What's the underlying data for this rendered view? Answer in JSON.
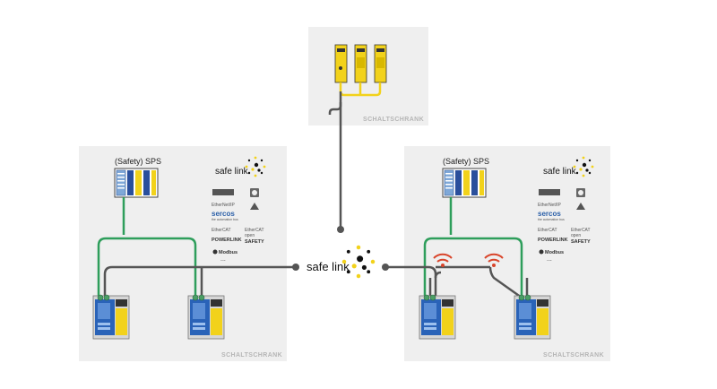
{
  "center": {
    "safe_link_label": "safe link"
  },
  "top_cabinet": {
    "label": "SCHALTSCHRANK"
  },
  "left_cabinet": {
    "label": "SCHALTSCHRANK",
    "sps_label": "(Safety) SPS",
    "safe_link_logo_text": "safe link",
    "protocols": {
      "ethernet_ip": "EtherNet/IP",
      "sercos": "sercos",
      "sercos_sub": "the automation bus",
      "ethercat": "EtherCAT",
      "powerlink": "POWERLINK",
      "open_safety_top": "open",
      "open_safety_bottom": "SAFETY",
      "modbus": "Modbus",
      "more": "..."
    }
  },
  "right_cabinet": {
    "label": "SCHALTSCHRANK",
    "sps_label": "(Safety) SPS",
    "safe_link_logo_text": "safe link",
    "protocols": {
      "ethernet_ip": "EtherNet/IP",
      "sercos": "sercos",
      "sercos_sub": "the automation bus",
      "ethercat": "EtherCAT",
      "powerlink": "POWERLINK",
      "open_safety_top": "open",
      "open_safety_bottom": "SAFETY",
      "modbus": "Modbus",
      "more": "..."
    }
  },
  "colors": {
    "cabinet_bg": "#efefef",
    "green_line": "#2e9e5b",
    "gray_line": "#555555",
    "yellow": "#f2d21b",
    "blue_module": "#2a63b8",
    "wireless": "#d9452b"
  }
}
